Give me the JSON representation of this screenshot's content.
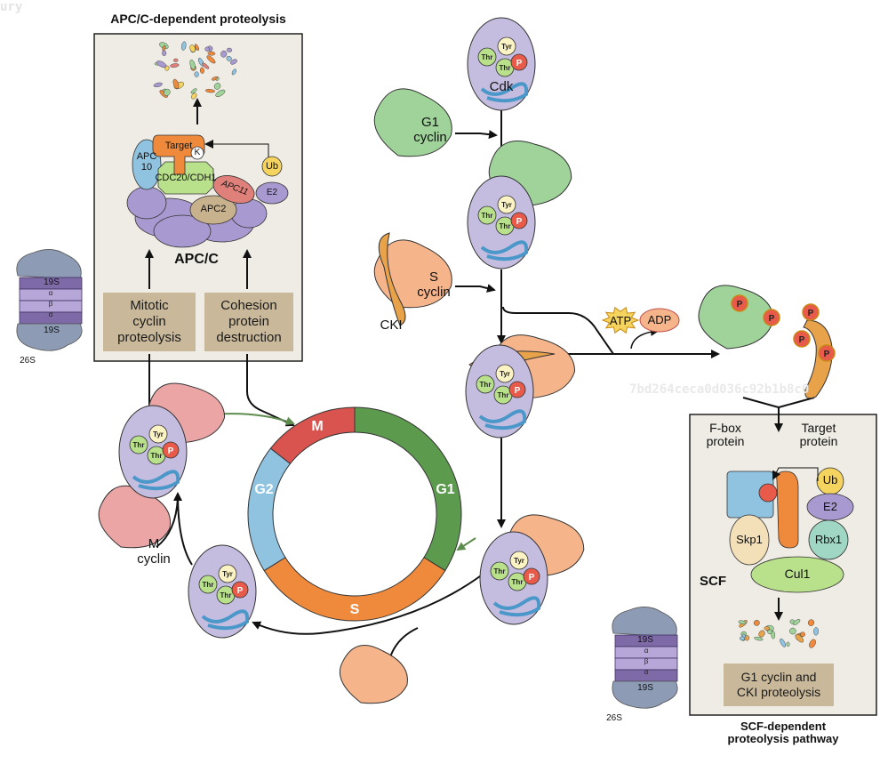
{
  "watermark_top": "ury",
  "watermark_mid": "7bd264ceca0d036c92b1b8c0",
  "apc_box": {
    "title": "APC/C-dependent proteolysis",
    "complex_label": "APC/C",
    "target": "Target",
    "k": "K",
    "apc10": "APC\n10",
    "cdc": "CDC20/CDH1",
    "apc11": "APC11",
    "apc2": "APC2",
    "ub": "Ub",
    "e2": "E2",
    "mitotic": "Mitotic\ncyclin\nproteolysis",
    "cohesion": "Cohesion\nprotein\ndestruction"
  },
  "proteasome": {
    "cap": "19S",
    "alpha": "α",
    "beta": "β",
    "total": "26S"
  },
  "cdk": {
    "label": "Cdk",
    "tyr": "Tyr",
    "thr": "Thr",
    "p": "P"
  },
  "cyclins": {
    "g1": "G1\ncyclin",
    "s": "S\ncyclin",
    "m": "M\ncyclin",
    "cki": "CKI"
  },
  "atp": "ATP",
  "adp": "ADP",
  "phases": {
    "m": "M",
    "g1": "G1",
    "s": "S",
    "g2": "G2"
  },
  "scf_box": {
    "fbox": "F-box\nprotein",
    "target": "Target\nprotein",
    "ub": "Ub",
    "e2": "E2",
    "skp1": "Skp1",
    "rbx1": "Rbx1",
    "scf": "SCF",
    "cul1": "Cul1",
    "proteolysis": "G1 cyclin and\nCKI proteolysis",
    "caption": "SCF-dependent\nproteolysis pathway"
  },
  "colors": {
    "m": "#d9534f",
    "g1": "#5c9a4e",
    "s": "#ef8a3c",
    "g2": "#8fc3e0",
    "cdk": "#c4bde0",
    "g1cyclin": "#9fd39a",
    "scyclin": "#f6b48b",
    "mcyclin": "#eba5a5",
    "cki": "#e8a24a",
    "tan": "#c9b99a",
    "box": "#efece5"
  }
}
